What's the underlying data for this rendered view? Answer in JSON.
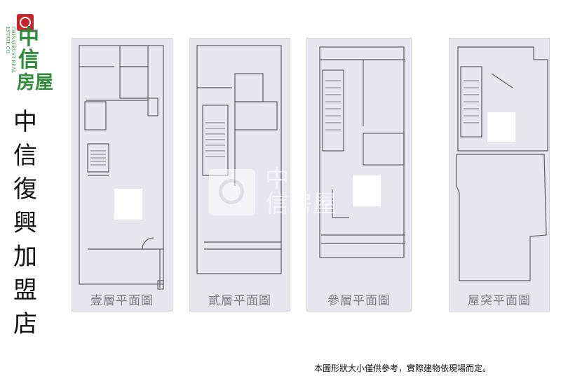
{
  "logo": {
    "vertical_text": "CHINATRUST REAL ESTATE CO.",
    "chars": [
      "中",
      "信",
      "房屋"
    ]
  },
  "store": {
    "chars": [
      "中",
      "信",
      "復",
      "興",
      "加",
      "盟",
      "店"
    ]
  },
  "plans": [
    {
      "label": "壹層平面圖"
    },
    {
      "label": "貳層平面圖"
    },
    {
      "label": "參層平面圖"
    },
    {
      "label": "屋突平面圖"
    }
  ],
  "watermark": {
    "line1": "中",
    "line2": "信房屋"
  },
  "footnote": "本圖形狀大小僅供參考，實際建物依現場而定。",
  "colors": {
    "brand_green": "#2e8b3a",
    "brand_red": "#c8242c",
    "plan_bg": "#e7e6ee",
    "line": "#5b5a66"
  }
}
